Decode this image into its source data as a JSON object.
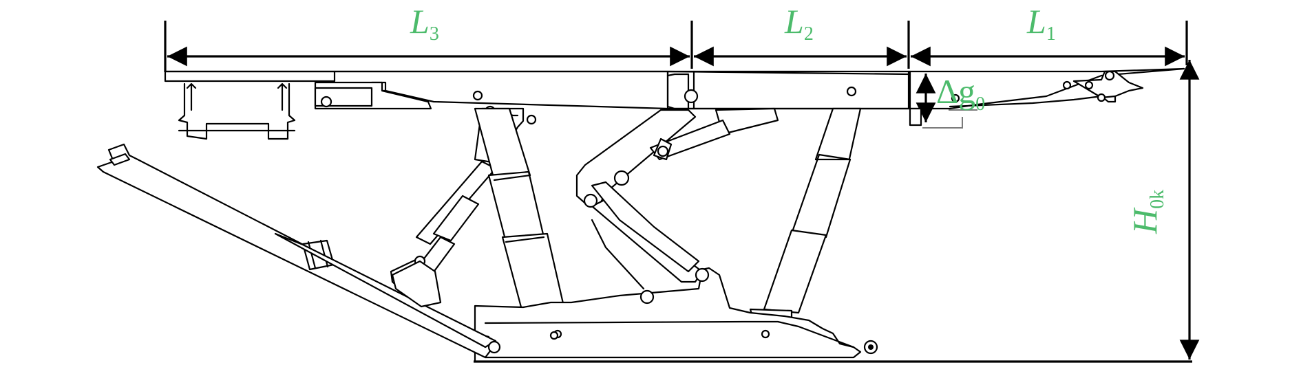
{
  "labels": {
    "l3": {
      "main": "L",
      "sub": "3"
    },
    "l2": {
      "main": "L",
      "sub": "2"
    },
    "l1": {
      "main": "L",
      "sub": "1"
    },
    "delta_g": {
      "main": "Δg",
      "sub": "0"
    },
    "h0k": {
      "main": "H",
      "sub": "0k"
    }
  },
  "colors": {
    "annotation": "#4cbb6b",
    "drawing": "#000000"
  }
}
